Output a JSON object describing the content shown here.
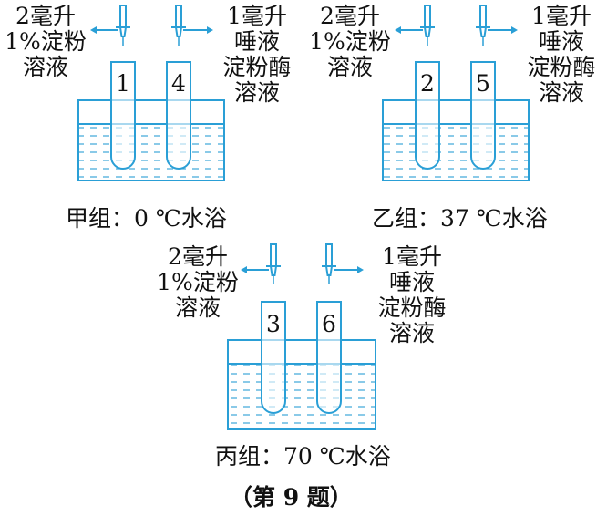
{
  "groups": [
    {
      "caption": "甲组：0 ℃水浴",
      "left_tube_number": "1",
      "right_tube_number": "4",
      "left_reagent": [
        "2毫升",
        "1%淀粉",
        "溶液"
      ],
      "right_reagent": [
        "1毫升",
        "唾液",
        "淀粉酶",
        "溶液"
      ]
    },
    {
      "caption": "乙组：37 ℃水浴",
      "left_tube_number": "2",
      "right_tube_number": "5",
      "left_reagent": [
        "2毫升",
        "1%淀粉",
        "溶液"
      ],
      "right_reagent": [
        "1毫升",
        "唾液",
        "淀粉酶",
        "溶液"
      ]
    },
    {
      "caption": "丙组：70 ℃水浴",
      "left_tube_number": "3",
      "right_tube_number": "6",
      "left_reagent": [
        "2毫升",
        "1%淀粉",
        "溶液"
      ],
      "right_reagent": [
        "1毫升",
        "唾液",
        "淀粉酶",
        "溶液"
      ]
    }
  ],
  "figure_label": "（第 9 题）",
  "colors": {
    "line": "#2a9fd6",
    "water_dash": "#3aa7d8",
    "text": "#111111"
  }
}
